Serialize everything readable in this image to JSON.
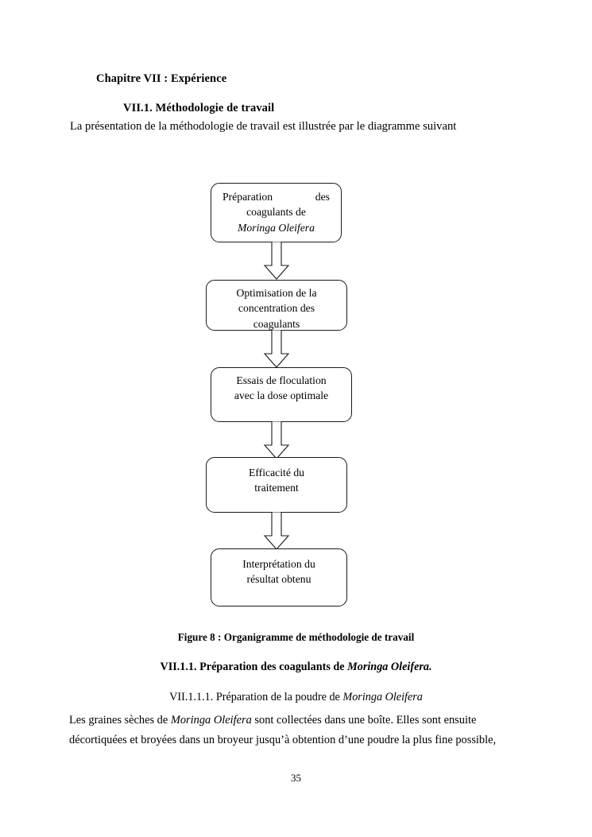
{
  "document": {
    "chapter_title": "Chapitre VII : Expérience",
    "section_title": "VII.1. Méthodologie de travail",
    "intro_text": "La  présentation de la méthodologie de travail est illustrée  par le diagramme suivant",
    "figure_caption": "Figure 8 : Organigramme de méthodologie de travail",
    "page_number": "35"
  },
  "subsection": {
    "number": "VII.1.1. Préparation des coagulants de ",
    "species": "Moringa Oleifera."
  },
  "subsubsection": {
    "number": "VII.1.1.1. Préparation de la poudre de ",
    "species": "Moringa Oleifera"
  },
  "paragraph": {
    "line1_part1": "Les graines sèches de ",
    "line1_species": "Moringa Oleifera",
    "line1_part2": " sont collectées  dans une boîte. Elles sont ensuite",
    "line2": "décortiquées et broyées dans un broyeur  jusqu’à obtention d’une poudre la plus fine possible,"
  },
  "flowchart": {
    "title": "Organigramme de méthodologie de travail",
    "direction": "top-to-bottom",
    "arrow_style": "hollow-block-arrow",
    "stroke_color": "#1a1a1a",
    "fill_color": "#ffffff",
    "steps": [
      {
        "id": "step-1",
        "line1": "Préparation   des",
        "line2": "coagulants de",
        "line3_italic": "Moringa Oleifera"
      },
      {
        "id": "step-2",
        "line1": "Optimisation de la",
        "line2": "concentration des",
        "line3": "coagulants"
      },
      {
        "id": "step-3",
        "line1": "Essais de floculation",
        "line2": "avec la dose optimale"
      },
      {
        "id": "step-4",
        "line1": "Efficacité du",
        "line2": "traitement"
      },
      {
        "id": "step-5",
        "line1": "Interprétation du",
        "line2": "résultat obtenu"
      }
    ]
  }
}
